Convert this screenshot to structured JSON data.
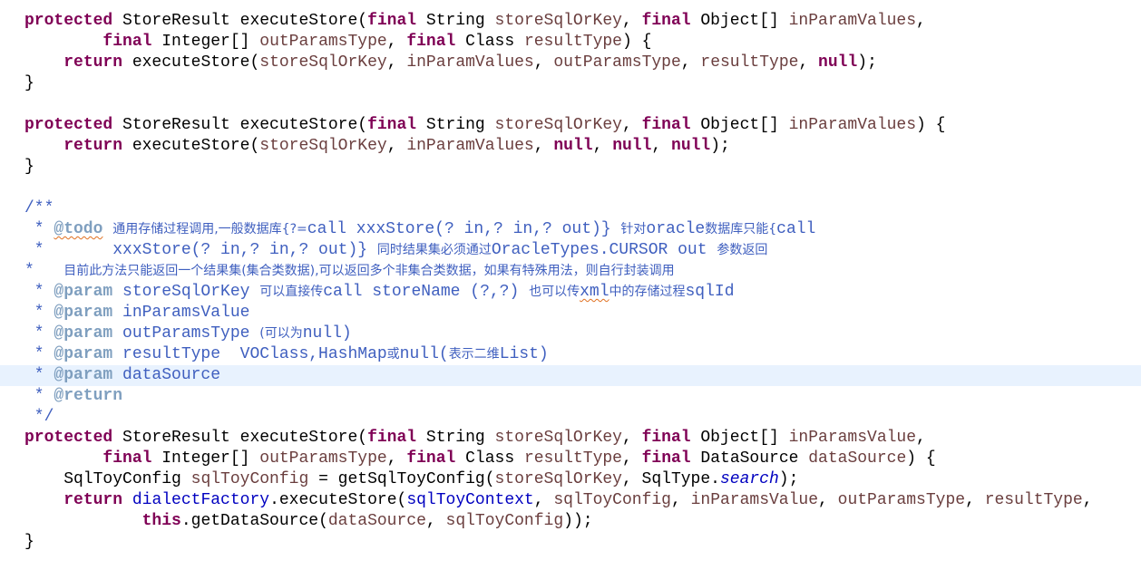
{
  "editor": {
    "current_line": 17,
    "colors": {
      "keyword": "#7f0055",
      "variable": "#6a3e3e",
      "field": "#0000c0",
      "javadoc": "#3f5fbf",
      "javadoc_tag": "#7f9fbf",
      "current_line_bg": "#e8f2fe"
    },
    "lines": [
      [
        [
          "k",
          "protected"
        ],
        [
          "p",
          " StoreResult executeStore("
        ],
        [
          "k",
          "final"
        ],
        [
          "p",
          " String "
        ],
        [
          "v",
          "storeSqlOrKey"
        ],
        [
          "p",
          ", "
        ],
        [
          "k",
          "final"
        ],
        [
          "p",
          " Object[] "
        ],
        [
          "v",
          "inParamValues"
        ],
        [
          "p",
          ","
        ]
      ],
      [
        [
          "p",
          "        "
        ],
        [
          "k",
          "final"
        ],
        [
          "p",
          " Integer[] "
        ],
        [
          "v",
          "outParamsType"
        ],
        [
          "p",
          ", "
        ],
        [
          "k",
          "final"
        ],
        [
          "p",
          " Class "
        ],
        [
          "v",
          "resultType"
        ],
        [
          "p",
          ") {"
        ]
      ],
      [
        [
          "p",
          "    "
        ],
        [
          "k",
          "return"
        ],
        [
          "p",
          " executeStore("
        ],
        [
          "v",
          "storeSqlOrKey"
        ],
        [
          "p",
          ", "
        ],
        [
          "v",
          "inParamValues"
        ],
        [
          "p",
          ", "
        ],
        [
          "v",
          "outParamsType"
        ],
        [
          "p",
          ", "
        ],
        [
          "v",
          "resultType"
        ],
        [
          "p",
          ", "
        ],
        [
          "k",
          "null"
        ],
        [
          "p",
          ");"
        ]
      ],
      [
        [
          "p",
          "}"
        ]
      ],
      [],
      [
        [
          "k",
          "protected"
        ],
        [
          "p",
          " StoreResult executeStore("
        ],
        [
          "k",
          "final"
        ],
        [
          "p",
          " String "
        ],
        [
          "v",
          "storeSqlOrKey"
        ],
        [
          "p",
          ", "
        ],
        [
          "k",
          "final"
        ],
        [
          "p",
          " Object[] "
        ],
        [
          "v",
          "inParamValues"
        ],
        [
          "p",
          ") {"
        ]
      ],
      [
        [
          "p",
          "    "
        ],
        [
          "k",
          "return"
        ],
        [
          "p",
          " executeStore("
        ],
        [
          "v",
          "storeSqlOrKey"
        ],
        [
          "p",
          ", "
        ],
        [
          "v",
          "inParamValues"
        ],
        [
          "p",
          ", "
        ],
        [
          "k",
          "null"
        ],
        [
          "p",
          ", "
        ],
        [
          "k",
          "null"
        ],
        [
          "p",
          ", "
        ],
        [
          "k",
          "null"
        ],
        [
          "p",
          ");"
        ]
      ],
      [
        [
          "p",
          "}"
        ]
      ],
      [],
      [
        [
          "c",
          "/**"
        ]
      ],
      [
        [
          "c",
          " * "
        ],
        [
          "gw",
          "@todo"
        ],
        [
          "c",
          " "
        ],
        [
          "z",
          "通用存储过程调用,一般数据库{?="
        ],
        [
          "c",
          "call xxxStore(? in,? in,? out)} "
        ],
        [
          "z",
          "针对"
        ],
        [
          "c",
          "oracle"
        ],
        [
          "z",
          "数据库只能{"
        ],
        [
          "c",
          "call"
        ]
      ],
      [
        [
          "c",
          " *       xxxStore(? in,? in,? out)} "
        ],
        [
          "z",
          "同时结果集必须通过"
        ],
        [
          "c",
          "OracleTypes.CURSOR out "
        ],
        [
          "z",
          "参数返回"
        ]
      ],
      [
        [
          "c",
          "*   "
        ],
        [
          "z",
          "目前此方法只能返回一个结果集(集合类数据),可以返回多个非集合类数据，如果有特殊用法，则自行封装调用"
        ]
      ],
      [
        [
          "c",
          " * "
        ],
        [
          "g",
          "@param"
        ],
        [
          "c",
          " storeSqlOrKey "
        ],
        [
          "z",
          "可以直接传"
        ],
        [
          "c",
          "call storeName (?,?) "
        ],
        [
          "z",
          "也可以传"
        ],
        [
          "cw",
          "xml"
        ],
        [
          "z",
          "中的存储过程"
        ],
        [
          "c",
          "sqlId"
        ]
      ],
      [
        [
          "c",
          " * "
        ],
        [
          "g",
          "@param"
        ],
        [
          "c",
          " inParamsValue"
        ]
      ],
      [
        [
          "c",
          " * "
        ],
        [
          "g",
          "@param"
        ],
        [
          "c",
          " outParamsType "
        ],
        [
          "z",
          "(可以为"
        ],
        [
          "c",
          "null)"
        ]
      ],
      [
        [
          "c",
          " * "
        ],
        [
          "g",
          "@param"
        ],
        [
          "c",
          " resultType  VOClass,HashMap"
        ],
        [
          "z",
          "或"
        ],
        [
          "c",
          "null("
        ],
        [
          "z",
          "表示二维"
        ],
        [
          "c",
          "List)"
        ]
      ],
      [
        [
          "c",
          " * "
        ],
        [
          "g",
          "@param"
        ],
        [
          "c",
          " dataSource"
        ]
      ],
      [
        [
          "c",
          " * "
        ],
        [
          "g",
          "@return"
        ]
      ],
      [
        [
          "c",
          " */"
        ]
      ],
      [
        [
          "k",
          "protected"
        ],
        [
          "p",
          " StoreResult executeStore("
        ],
        [
          "k",
          "final"
        ],
        [
          "p",
          " String "
        ],
        [
          "v",
          "storeSqlOrKey"
        ],
        [
          "p",
          ", "
        ],
        [
          "k",
          "final"
        ],
        [
          "p",
          " Object[] "
        ],
        [
          "v",
          "inParamsValue"
        ],
        [
          "p",
          ","
        ]
      ],
      [
        [
          "p",
          "        "
        ],
        [
          "k",
          "final"
        ],
        [
          "p",
          " Integer[] "
        ],
        [
          "v",
          "outParamsType"
        ],
        [
          "p",
          ", "
        ],
        [
          "k",
          "final"
        ],
        [
          "p",
          " Class "
        ],
        [
          "v",
          "resultType"
        ],
        [
          "p",
          ", "
        ],
        [
          "k",
          "final"
        ],
        [
          "p",
          " DataSource "
        ],
        [
          "v",
          "dataSource"
        ],
        [
          "p",
          ") {"
        ]
      ],
      [
        [
          "p",
          "    SqlToyConfig "
        ],
        [
          "v",
          "sqlToyConfig"
        ],
        [
          "p",
          " = getSqlToyConfig("
        ],
        [
          "v",
          "storeSqlOrKey"
        ],
        [
          "p",
          ", SqlType."
        ],
        [
          "s",
          "search"
        ],
        [
          "p",
          ");"
        ]
      ],
      [
        [
          "p",
          "    "
        ],
        [
          "k",
          "return"
        ],
        [
          "p",
          " "
        ],
        [
          "f",
          "dialectFactory"
        ],
        [
          "p",
          ".executeStore("
        ],
        [
          "f",
          "sqlToyContext"
        ],
        [
          "p",
          ", "
        ],
        [
          "v",
          "sqlToyConfig"
        ],
        [
          "p",
          ", "
        ],
        [
          "v",
          "inParamsValue"
        ],
        [
          "p",
          ", "
        ],
        [
          "v",
          "outParamsType"
        ],
        [
          "p",
          ", "
        ],
        [
          "v",
          "resultType"
        ],
        [
          "p",
          ","
        ]
      ],
      [
        [
          "p",
          "            "
        ],
        [
          "k",
          "this"
        ],
        [
          "p",
          ".getDataSource("
        ],
        [
          "v",
          "dataSource"
        ],
        [
          "p",
          ", "
        ],
        [
          "v",
          "sqlToyConfig"
        ],
        [
          "p",
          "));"
        ]
      ],
      [
        [
          "p",
          "}"
        ]
      ]
    ]
  }
}
